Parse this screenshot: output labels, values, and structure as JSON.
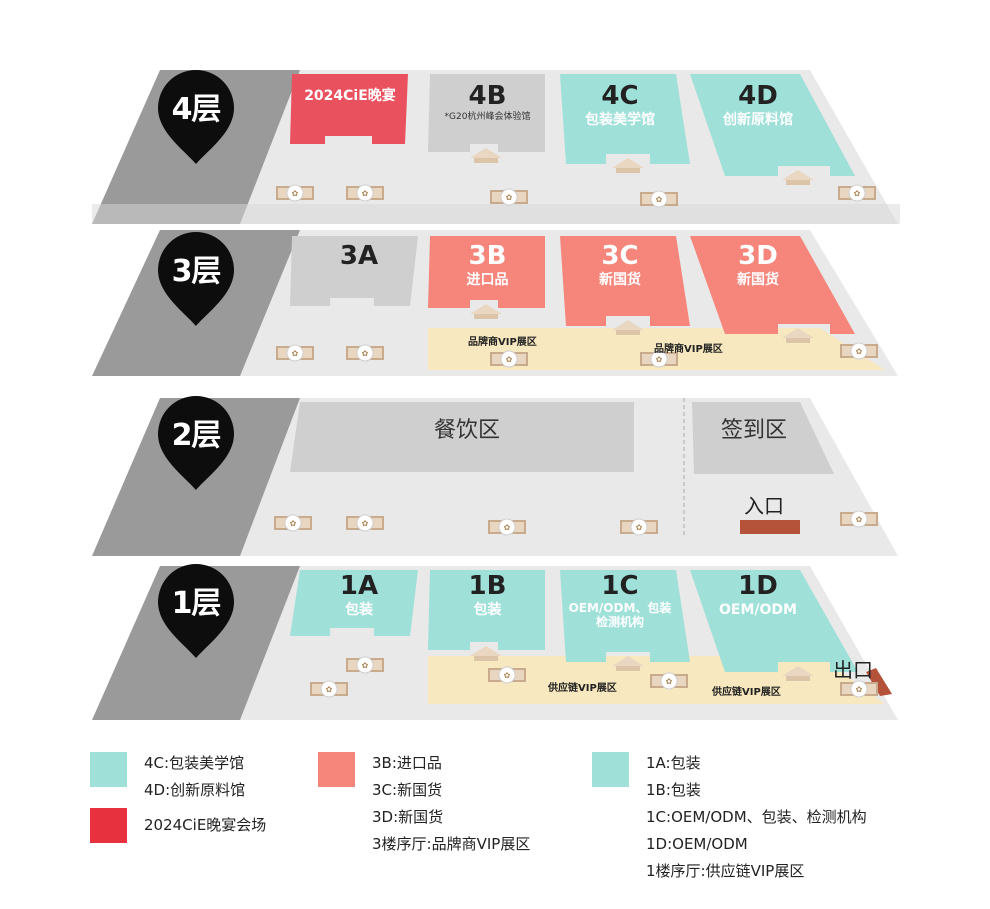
{
  "floors": {
    "f4": {
      "label": "4层",
      "zones": {
        "a": {
          "code": "2024CiE晚宴"
        },
        "b": {
          "code": "4B",
          "note": "*G20杭州峰会体验馆"
        },
        "c": {
          "code": "4C",
          "name": "包装美学馆"
        },
        "d": {
          "code": "4D",
          "name": "创新原料馆"
        }
      }
    },
    "f3": {
      "label": "3层",
      "zones": {
        "a": {
          "code": "3A"
        },
        "b": {
          "code": "3B",
          "name": "进口品"
        },
        "c": {
          "code": "3C",
          "name": "新国货"
        },
        "d": {
          "code": "3D",
          "name": "新国货"
        }
      },
      "vip": [
        "品牌商VIP展区",
        "品牌商VIP展区"
      ]
    },
    "f2": {
      "label": "2层",
      "dining": "餐饮区",
      "checkin": "签到区",
      "entrance": "入口"
    },
    "f1": {
      "label": "1层",
      "zones": {
        "a": {
          "code": "1A",
          "name": "包装"
        },
        "b": {
          "code": "1B",
          "name": "包装"
        },
        "c": {
          "code": "1C",
          "name": "OEM/ODM、包装",
          "name2": "检测机构"
        },
        "d": {
          "code": "1D",
          "name": "OEM/ODM"
        }
      },
      "vip": [
        "供应链VIP展区",
        "供应链VIP展区"
      ],
      "exit": "出口"
    }
  },
  "legend": {
    "col1": {
      "teal_1": "4C:包装美学馆",
      "teal_2": "4D:创新原料馆",
      "red_1": "2024CiE晚宴会场"
    },
    "col2": {
      "l1": "3B:进口品",
      "l2": "3C:新国货",
      "l3": "3D:新国货",
      "l4": "3楼序厅:品牌商VIP展区"
    },
    "col3": {
      "l1": "1A:包装",
      "l2": "1B:包装",
      "l3": "1C:OEM/ODM、包装、检测机构",
      "l4": "1D:OEM/ODM",
      "l5": "1楼序厅:供应链VIP展区"
    }
  },
  "colors": {
    "teal": "#9fe0d9",
    "salmon": "#f6857b",
    "crimson": "#e9515e",
    "legend_red": "#e8313f",
    "floor_light": "#e9e9e9",
    "floor_dark": "#9a9a9a",
    "room_gray": "#cfcfcf",
    "vip_band": "#f7e8bf",
    "pin": "#0d0d0d",
    "door": "#b5523a"
  }
}
